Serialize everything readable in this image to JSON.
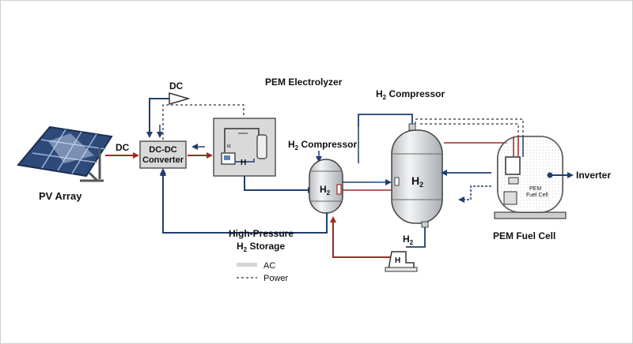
{
  "labels": {
    "pv_array": "PV Array",
    "dc_top": "DC",
    "dc_left": "DC",
    "converter_line1": "DC-DC",
    "converter_line2": "Converter",
    "electrolyzer": "PEM Electrolyzer",
    "compressor_small_pre": "H",
    "compressor_small_sub": "2",
    "compressor_small_post": " Compressor",
    "compressor_top_pre": "H",
    "compressor_top_sub": "2",
    "compressor_top_post": " Compressor",
    "storage_line1": "High-Pressure",
    "storage_line2_pre": "H",
    "storage_line2_sub": "2",
    "storage_line2_post": " Storage",
    "tank_small_pre": "H",
    "tank_small_sub": "2",
    "tank_large_pre": "H",
    "tank_large_sub": "2",
    "electrolyzer_h": "H",
    "electrolyzer_tiny": "kt",
    "h2_bottom_pre": "H",
    "h2_bottom_sub": "2",
    "pump_h": "H",
    "fuel_cell_inner_line1": "PEM",
    "fuel_cell_inner_line2": "Fuel Cell",
    "fuel_cell": "PEM Fuel Cell",
    "inverter": "Inverter",
    "legend_ac": "AC",
    "legend_power": "Power"
  },
  "colors": {
    "h2_line": "#1f3f6e",
    "dc_line": "#9c2a22",
    "power_line": "#333333",
    "ac_legend": "#d5d5d5",
    "tank_fill": "#e2e4e6",
    "box_fill": "#d9d9d9"
  }
}
